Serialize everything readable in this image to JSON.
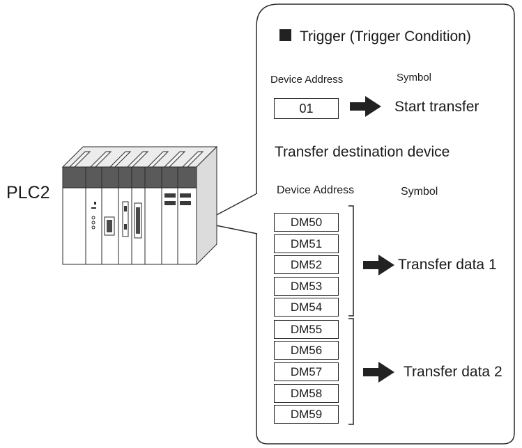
{
  "plc_label": "PLC2",
  "callout": {
    "trigger_title": "Trigger (Trigger Condition)",
    "trigger_headers": {
      "address": "Device Address",
      "symbol": "Symbol"
    },
    "trigger_address": "01",
    "trigger_action": "Start transfer",
    "destination_title": "Transfer destination device",
    "destination_headers": {
      "address": "Device Address",
      "symbol": "Symbol"
    },
    "registers": [
      "DM50",
      "DM51",
      "DM52",
      "DM53",
      "DM54",
      "DM55",
      "DM56",
      "DM57",
      "DM58",
      "DM59"
    ],
    "groups": [
      {
        "label": "Transfer data 1",
        "range": [
          "DM50",
          "DM54"
        ]
      },
      {
        "label": "Transfer data 2",
        "range": [
          "DM55",
          "DM59"
        ]
      }
    ]
  }
}
